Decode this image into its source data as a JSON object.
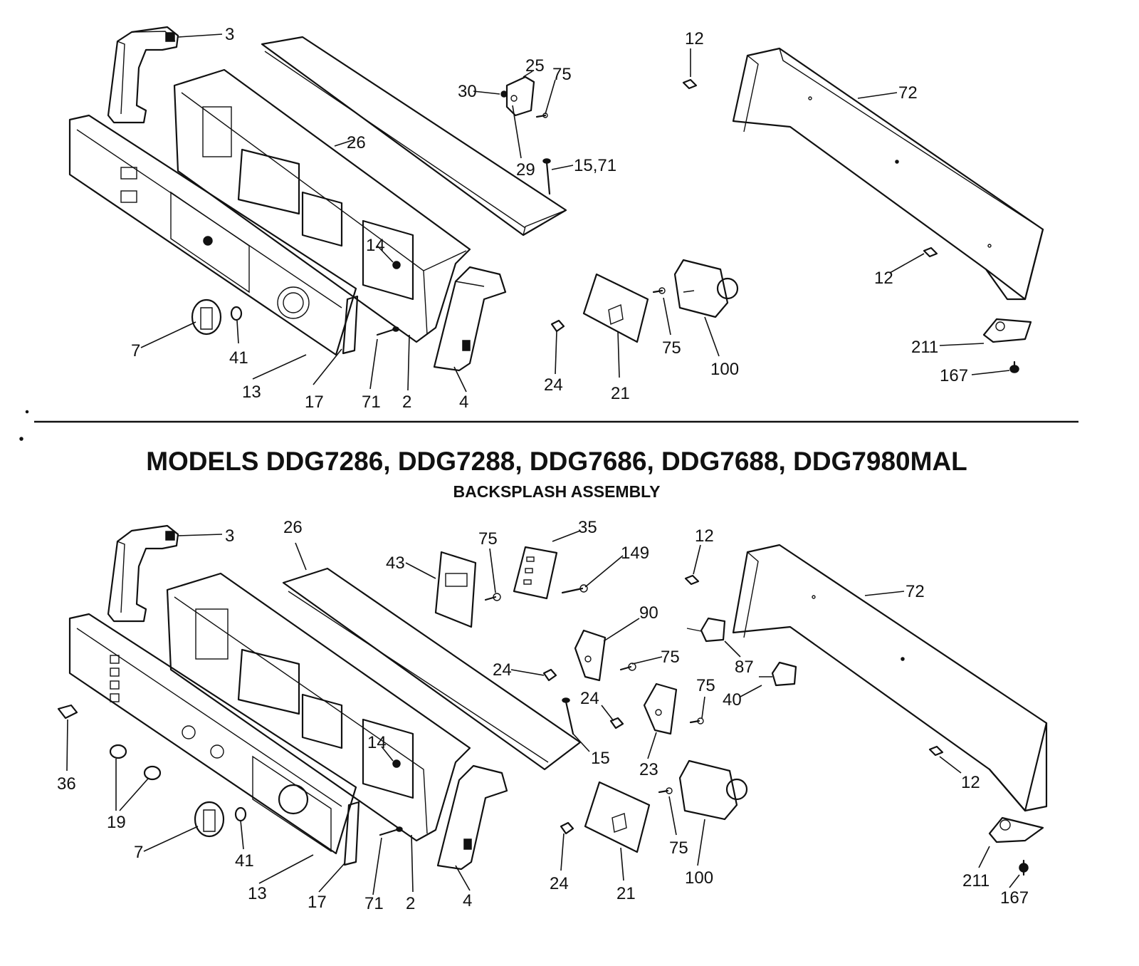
{
  "title": "MODELS DDG7286, DDG7288, DDG7686, DDG7688, DDG7980MAL",
  "subtitle": "BACKSPLASH ASSEMBLY",
  "top_callouts": {
    "c3": "3",
    "c26": "26",
    "c25": "25",
    "c75a": "75",
    "c30": "30",
    "c29": "29",
    "c15_71": "15,71",
    "c12a": "12",
    "c72": "72",
    "c14": "14",
    "c12b": "12",
    "c7": "7",
    "c41": "41",
    "c13": "13",
    "c17": "17",
    "c71": "71",
    "c2": "2",
    "c4": "4",
    "c24": "24",
    "c21": "21",
    "c75b": "75",
    "c100": "100",
    "c211": "211",
    "c167": "167"
  },
  "bottom_callouts": {
    "c3": "3",
    "c26": "26",
    "c43": "43",
    "c75a": "75",
    "c35": "35",
    "c149": "149",
    "c12a": "12",
    "c72": "72",
    "c90": "90",
    "c24a": "24",
    "c75b": "75",
    "c87": "87",
    "c24b": "24",
    "c75c": "75",
    "c40": "40",
    "c15": "15",
    "c14": "14",
    "c23": "23",
    "c12b": "12",
    "c36": "36",
    "c19": "19",
    "c7": "7",
    "c41": "41",
    "c13": "13",
    "c17": "17",
    "c71": "71",
    "c2": "2",
    "c4": "4",
    "c24c": "24",
    "c21": "21",
    "c75d": "75",
    "c100": "100",
    "c211": "211",
    "c167": "167"
  }
}
